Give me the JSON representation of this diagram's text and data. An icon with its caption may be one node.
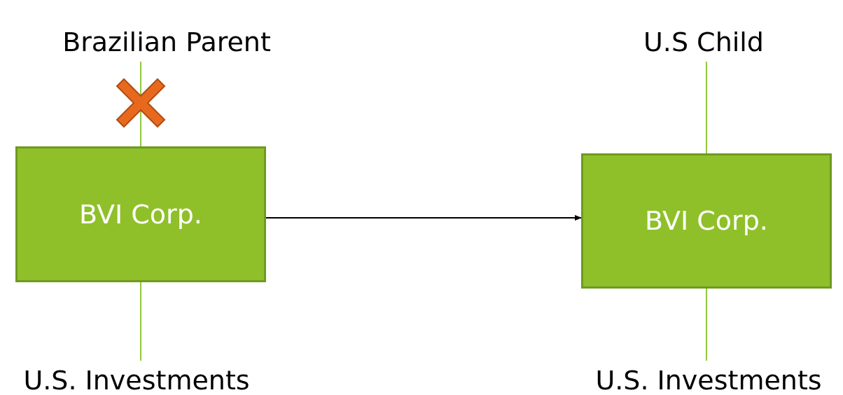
{
  "diagram": {
    "nodes": [
      {
        "text": [
          "Brazilian Parent"
        ]
      },
      {
        "text": [
          "BVI Corp."
        ]
      },
      {
        "text": [
          "U.S. Investments"
        ]
      },
      {
        "text": [
          "U.S Child"
        ]
      },
      {
        "text": [
          "BVI Corp."
        ]
      },
      {
        "text": [
          "U.S. Investments"
        ]
      }
    ],
    "edges": [
      {
        "from": 0,
        "to": 1,
        "arrow": "none"
      },
      {
        "from": 1,
        "to": 2,
        "arrow": "none"
      },
      {
        "from": 3,
        "to": 4,
        "arrow": "none"
      },
      {
        "from": 4,
        "to": 5,
        "arrow": "none"
      },
      {
        "from": 1,
        "to": 4,
        "arrow": "to",
        "color": "#000000"
      }
    ]
  }
}
